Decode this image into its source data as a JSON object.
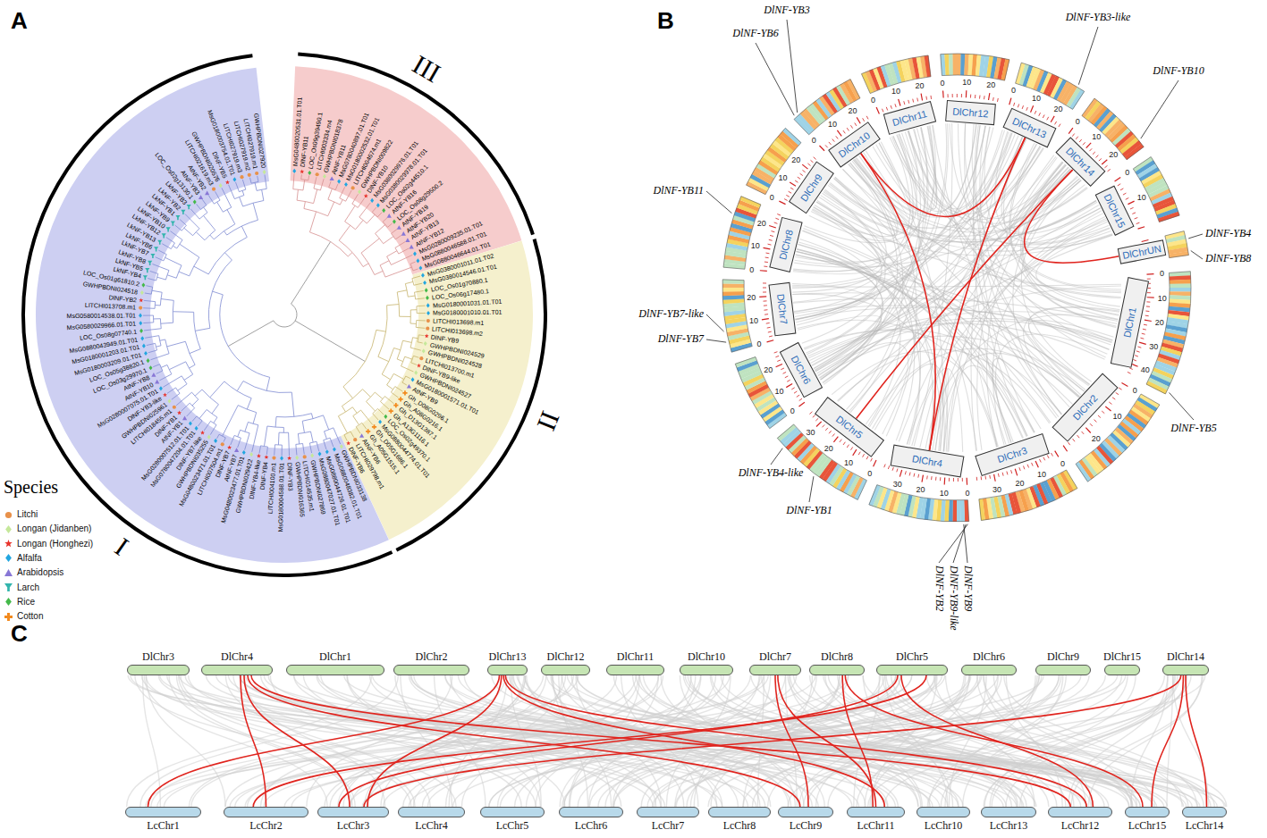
{
  "diagram": {
    "nodes": [
      {
        "text": [
          "DlChr1"
        ]
      },
      {
        "text": [
          "DlChr2"
        ]
      },
      {
        "text": [
          "DlChr3"
        ]
      },
      {
        "text": [
          "DlChr4"
        ]
      },
      {
        "text": [
          "DlChr5"
        ]
      },
      {
        "text": [
          "DlChr6"
        ]
      },
      {
        "text": [
          "DlChr7"
        ]
      },
      {
        "text": [
          "DlChr8"
        ]
      },
      {
        "text": [
          "DlChr9"
        ]
      },
      {
        "text": [
          "DlChr10"
        ]
      },
      {
        "text": [
          "DlChr11"
        ]
      },
      {
        "text": [
          "DlChr12"
        ]
      },
      {
        "text": [
          "DlChr13"
        ]
      },
      {
        "text": [
          "DlChr14"
        ]
      },
      {
        "text": [
          "DlChr15"
        ]
      },
      {
        "text": [
          "DlChrUN"
        ]
      },
      {
        "text": [
          "DlChr3"
        ]
      },
      {
        "text": [
          "DlChr4"
        ]
      },
      {
        "text": [
          "DlChr1"
        ]
      },
      {
        "text": [
          "DlChr2"
        ]
      },
      {
        "text": [
          "DlChr13"
        ]
      },
      {
        "text": [
          "DlChr12"
        ]
      },
      {
        "text": [
          "DlChr11"
        ]
      },
      {
        "text": [
          "DlChr10"
        ]
      },
      {
        "text": [
          "DlChr7"
        ]
      },
      {
        "text": [
          "DlChr8"
        ]
      },
      {
        "text": [
          "DlChr5"
        ]
      },
      {
        "text": [
          "DlChr6"
        ]
      },
      {
        "text": [
          "DlChr9"
        ]
      },
      {
        "text": [
          "DlChr15"
        ]
      },
      {
        "text": [
          "DlChr14"
        ]
      },
      {
        "text": [
          "LcChr1"
        ]
      },
      {
        "text": [
          "LcChr2"
        ]
      },
      {
        "text": [
          "LcChr3"
        ]
      },
      {
        "text": [
          "LcChr4"
        ]
      },
      {
        "text": [
          "LcChr5"
        ]
      },
      {
        "text": [
          "LcChr6"
        ]
      },
      {
        "text": [
          "LcChr7"
        ]
      },
      {
        "text": [
          "LcChr8"
        ]
      },
      {
        "text": [
          "LcChr9"
        ]
      },
      {
        "text": [
          "LcChr11"
        ]
      },
      {
        "text": [
          "LcChr10"
        ]
      },
      {
        "text": [
          "LcChr13"
        ]
      },
      {
        "text": [
          "LcChr12"
        ]
      },
      {
        "text": [
          "LcChr15"
        ]
      },
      {
        "text": [
          "LcChr14"
        ]
      }
    ],
    "edges": [
      {
        "from": 9,
        "to": 12,
        "arrow": "none"
      },
      {
        "from": 9,
        "to": 3,
        "arrow": "none"
      },
      {
        "from": 12,
        "to": 3,
        "arrow": "none"
      },
      {
        "from": 13,
        "to": 4,
        "arrow": "none"
      },
      {
        "from": 13,
        "to": 15,
        "arrow": "none"
      },
      {
        "from": 17,
        "to": 32,
        "arrow": "none"
      },
      {
        "from": 17,
        "to": 33,
        "arrow": "none"
      },
      {
        "from": 17,
        "to": 39,
        "arrow": "none"
      },
      {
        "from": 17,
        "to": 43,
        "arrow": "none"
      },
      {
        "from": 20,
        "to": 31,
        "arrow": "none"
      },
      {
        "from": 20,
        "to": 33,
        "arrow": "none"
      },
      {
        "from": 20,
        "to": 40,
        "arrow": "none"
      },
      {
        "from": 20,
        "to": 43,
        "arrow": "none"
      },
      {
        "from": 24,
        "to": 39,
        "arrow": "none"
      },
      {
        "from": 24,
        "to": 40,
        "arrow": "none"
      },
      {
        "from": 25,
        "to": 40,
        "arrow": "none"
      },
      {
        "from": 25,
        "to": 44,
        "arrow": "none"
      },
      {
        "from": 26,
        "to": 32,
        "arrow": "none"
      },
      {
        "from": 26,
        "to": 33,
        "arrow": "none"
      },
      {
        "from": 26,
        "to": 43,
        "arrow": "none"
      },
      {
        "from": 30,
        "to": 33,
        "arrow": "none"
      },
      {
        "from": 30,
        "to": 44,
        "arrow": "none"
      },
      {
        "from": 30,
        "to": 45,
        "arrow": "none"
      }
    ],
    "labels": [
      "A",
      "B",
      "C",
      "I",
      "II",
      "III",
      "Species",
      "0",
      "10",
      "20",
      "30",
      "40",
      "0",
      "10",
      "20",
      "0",
      "10",
      "20",
      "30",
      "0",
      "10",
      "20",
      "30",
      "0",
      "10",
      "20",
      "30",
      "0",
      "10",
      "20",
      "0",
      "10",
      "20",
      "0",
      "10",
      "20",
      "0",
      "10",
      "20",
      "0",
      "10",
      "20",
      "0",
      "10",
      "20",
      "0",
      "10",
      "20",
      "0",
      "10",
      "20",
      "0",
      "10",
      "20",
      "0",
      "10",
      "DlNF-YB3",
      "DlNF-YB6",
      "DlNF-YB3-like",
      "DlNF-YB10",
      "DlNF-YB11",
      "DlNF-YB4",
      "DlNF-YB8",
      "DlNF-YB7-like",
      "DlNF-YB7",
      "DlNF-YB5",
      "DlNF-YB4-like",
      "DlNF-YB1",
      "DlNF-YB2",
      "DlNF-YB9-like",
      "DlNF-YB9",
      "MsG0480020531.01.T01",
      "DlNF-YB11",
      "LOC_Os09g39490.1",
      "LITCHI003334.m4",
      "GWHPBDNI018378",
      "AtNF-YB11",
      "MsG0780040897.01.T01",
      "MsG0180002532.01.T01",
      "LITCHI004674.m1",
      "GWHPBDNI009822",
      "DlNF-YB10",
      "MsG0380029976.01.T01",
      "MsG0380029978.01.T01",
      "LOC_Os02g44510.1",
      "AtNF-YB16",
      "LOC_Os08g29500.2",
      "AtNF-YB19",
      "AtNF-YB20",
      "AtNF-YB13",
      "AtNF-YB12",
      "MsG0280009235.01.T01",
      "MsG0880046588.01.T01",
      "MsG0880046644.01.T01",
      "MsG0380001011.01.T02",
      "MsG0380014546.01.T01",
      "LOC_Os01g70880.1",
      "LOC_Os06g17480.1",
      "MsG0180001031.01.T01",
      "MsG0180001010.01.T01",
      "LITCHI013698.m1",
      "LITCHI013698.m2",
      "DlNF-YB9",
      "GWHPBDNI024529",
      "GWHPBDNI024528",
      "LITCHI013700.m1",
      "DlNF-YB9-like",
      "GWHPBDNI024527",
      "MsG0180001571.01.T01",
      "AtNF-YB9",
      "Gh_D08G0296.1",
      "Gh_A08G0216.1",
      "Gh_D13G1387.1",
      "Gh_A13G1116.1",
      "LOC_Os02g49370.1",
      "MsG0880044774.01.T01",
      "Gh_D05G1686.1",
      "Gh_A05G1515.1",
      "AtNF-YB6",
      "LITCHI029798.m1",
      "DlNF-YB6",
      "GWHPBDNI033138",
      "MsG0880048382.01.T01",
      "MsG0880044726.01.T01",
      "MsG0880047027.01.T01",
      "GWHPBDNI027869",
      "LITCHI014535.m1",
      "GWHPBDNI016365",
      "DlNF-YB3",
      "MsG0180004588.01.T01",
      "LITCHI004100.m1",
      "DlNF-YB4",
      "DlNF-YB4-like",
      "GWHPBDNI029422",
      "MsG0480023477.01.T01",
      "AtNF-YB7",
      "DlNF-YB7",
      "LITCHI007504.m1",
      "MsG0480023471.01.T01",
      "GWHPBDNI035255",
      "DlNF-YB7-like",
      "MsG0780047204.01.T01",
      "MsG0280007512.01.T01",
      "AtNF-YB1",
      "DlNF-YB1",
      "LITCHI018455.m1",
      "GWHPBDNI025961",
      "DlNF-YB3-like",
      "MsG0280007075.01.T01",
      "AtNF-YB10",
      "AtNF-YB8",
      "LOC_Os03g29970.1",
      "LOC_Os05g38820.1",
      "MsG0180003209.01.T01",
      "MsG0180001203.01.T01",
      "MsG0880043949.01.T01",
      "LOC_Os08g07740.1",
      "MsG0580029966.01.T01",
      "MsG0580014538.01.T01",
      "LITCHI013708.m1",
      "DlNF-YB2",
      "GWHPBDNI024518",
      "LOC_Os01g61810.2",
      "LkNF-YB4",
      "LkNF-YB5",
      "LkNF-YB8",
      "LkNF-YB7",
      "LkNF-YB6",
      "LkNF-YB13",
      "LkNF-YB12",
      "LkNF-YB10",
      "LkNF-YB9",
      "LkNF-YB1",
      "LkNF-YB2",
      "LkNF-YB3",
      "LOC_Os02g13130.1",
      "AtNF-YB3",
      "AtNF-YB2",
      "LITCHI021619.m3",
      "GWHPBDNI020576",
      "DlNF-YB5",
      "MsG0180003754.01.T01",
      "LITCHI027919.m3",
      "LITCHI027919.m2",
      "LITCHI027919.m1",
      "GWHPBDNI027920"
    ],
    "legend": [
      {
        "text": "Litchi",
        "color": "#e8914a"
      },
      {
        "text": "Longan (Jidanben)",
        "color": "#c5e89a"
      },
      {
        "text": "Longan (Honghezi)",
        "color": "#e8322a"
      },
      {
        "text": "Alfalfa",
        "color": "#22a6e0"
      },
      {
        "text": "Arabidopsis",
        "color": "#8877d6"
      },
      {
        "text": "Larch",
        "color": "#33b5ad"
      },
      {
        "text": "Rice",
        "color": "#44b94a"
      },
      {
        "text": "Cotton",
        "color": "#f28a1e"
      }
    ]
  }
}
